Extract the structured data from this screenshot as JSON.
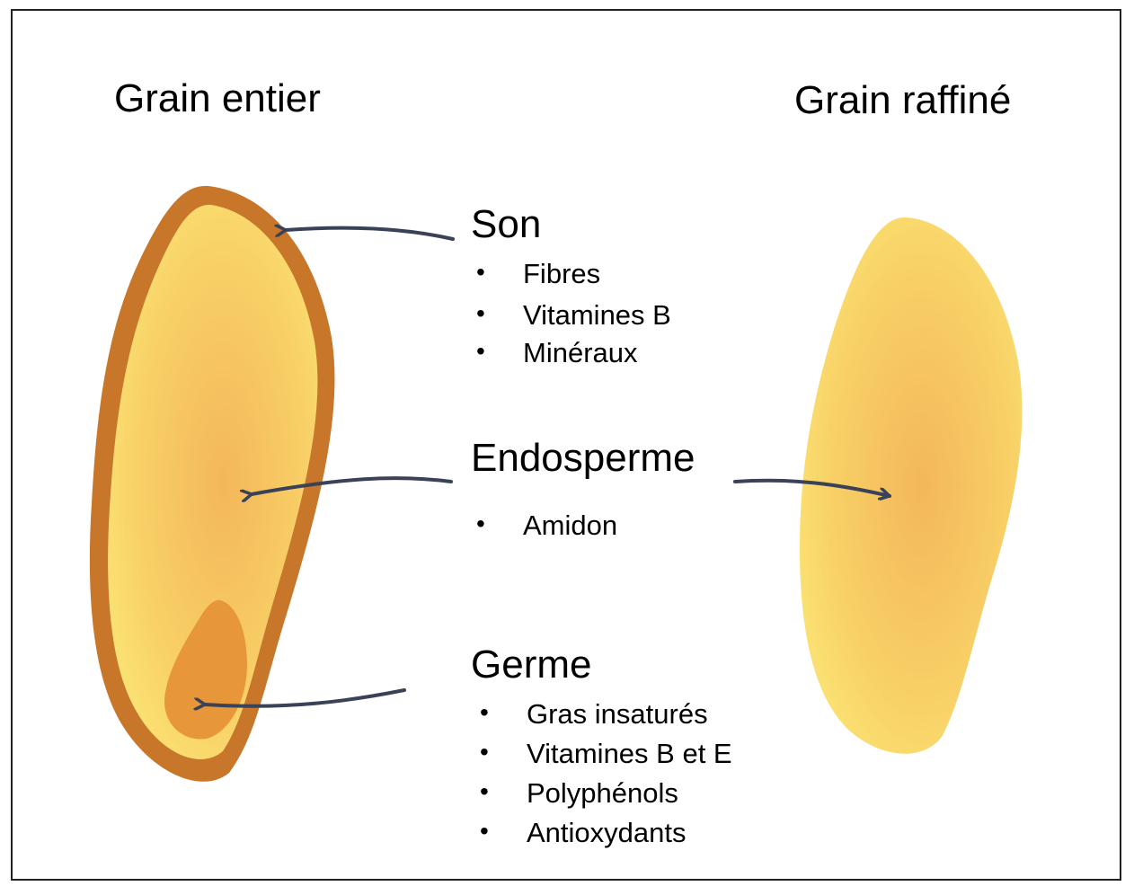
{
  "titles": {
    "whole": "Grain entier",
    "refined": "Grain raffiné"
  },
  "parts": [
    {
      "id": "son",
      "label": "Son",
      "items": [
        "Fibres",
        "Vitamines B",
        "Minéraux"
      ]
    },
    {
      "id": "endosperme",
      "label": "Endosperme",
      "items": [
        "Amidon"
      ]
    },
    {
      "id": "germe",
      "label": "Germe",
      "items": [
        "Gras insaturés",
        "Vitamines B et E",
        "Polyphénols",
        "Antioxydants"
      ]
    }
  ],
  "colors": {
    "bran": "#c8762a",
    "endosperm_center": "#f3b75a",
    "endosperm_edge": "#fbe676",
    "germ": "#e8963a",
    "arrow": "#3a4258",
    "border": "#222222"
  }
}
